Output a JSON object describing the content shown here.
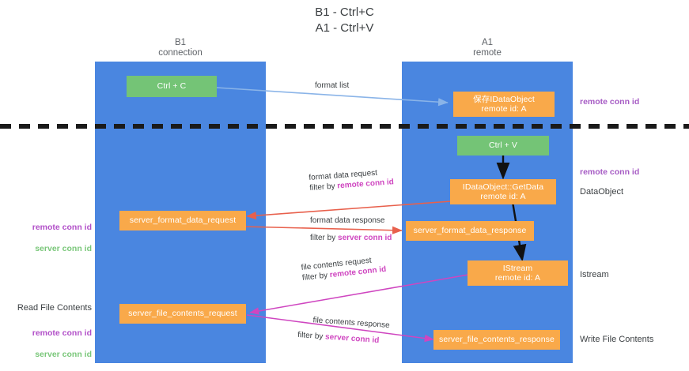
{
  "title": "B1 - Ctrl+C\nA1 - Ctrl+V",
  "lanes": [
    {
      "name": "b1",
      "header": "B1\nconnection"
    },
    {
      "name": "a1",
      "header": "A1\nremote"
    }
  ],
  "nodes": [
    {
      "id": "ctrl-c",
      "label": "Ctrl + C",
      "color": "green",
      "lane": "b1"
    },
    {
      "id": "save-idataobject",
      "label": "保存IDataObject\nremote id: A",
      "color": "orange",
      "lane": "a1"
    },
    {
      "id": "ctrl-v",
      "label": "Ctrl + V",
      "color": "green",
      "lane": "a1"
    },
    {
      "id": "idataobject-getdata",
      "label": "IDataObject::GetData\nremote id: A",
      "color": "orange",
      "lane": "a1"
    },
    {
      "id": "server-format-data-request",
      "label": "server_format_data_request",
      "color": "orange",
      "lane": "b1"
    },
    {
      "id": "server-format-data-response",
      "label": "server_format_data_response",
      "color": "orange",
      "lane": "a1"
    },
    {
      "id": "istream",
      "label": "IStream\nremote id: A",
      "color": "orange",
      "lane": "a1"
    },
    {
      "id": "server-file-contents-request",
      "label": "server_file_contents_request",
      "color": "orange",
      "lane": "b1"
    },
    {
      "id": "server-file-contents-response",
      "label": "server_file_contents_response",
      "color": "orange",
      "lane": "a1"
    }
  ],
  "edge_labels": {
    "format_list": "format list",
    "format_data_request": "format data request",
    "format_data_request_filter_prefix": "filter by ",
    "format_data_request_filter_key": "remote conn id",
    "format_data_response": "format data response",
    "format_data_response_filter_prefix": "filter by ",
    "format_data_response_filter_key": "server conn id",
    "file_contents_request": "file contents request",
    "file_contents_request_filter_prefix": "filter by ",
    "file_contents_request_filter_key": "remote conn id",
    "file_contents_response": "file contents response",
    "file_contents_response_filter_prefix": "filter by ",
    "file_contents_response_filter_key": "server conn id"
  },
  "left_labels": {
    "conn_ids_remote": "remote conn id",
    "conn_ids_server": "server conn id",
    "read_file_contents": "Read File Contents",
    "conn_ids_remote_2": "remote conn id",
    "conn_ids_server_2": "server conn id"
  },
  "right_labels": {
    "remote_conn_id_top": "remote conn id",
    "remote_conn_id_mid": "remote conn id",
    "dataobject": "DataObject",
    "istream": "Istream",
    "write_file_contents": "Write File Contents"
  },
  "colors": {
    "lane": "#4a86e0",
    "node_green": "#74c476",
    "node_orange": "#f9a94a",
    "remote_conn_id": "#b14fc8",
    "server_conn_id": "#7ac77a",
    "edge_highlight": "#cf46c0",
    "arrow_blue": "#8ab4e8",
    "arrow_red": "#e8604c",
    "arrow_magenta": "#cf46c0",
    "arrow_black": "#111111",
    "divider": "#1a1a1a",
    "background": "#ffffff"
  }
}
